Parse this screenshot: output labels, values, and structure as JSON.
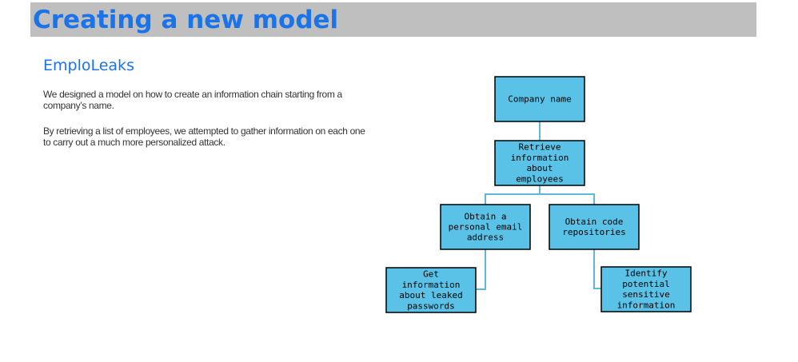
{
  "header": {
    "title": "Creating a new model"
  },
  "section": {
    "subtitle": "EmploLeaks",
    "paragraphs": [
      "We designed a model on how to create an information chain starting from a company’s name.",
      "By retrieving a list of employees, we attempted to gather information on each one to carry out a much more personalized attack."
    ]
  },
  "diagram": {
    "nodes": [
      {
        "id": "company-name",
        "lines": [
          "Company name"
        ]
      },
      {
        "id": "retrieve-info",
        "lines": [
          "Retrieve",
          "information",
          "about",
          "employees"
        ]
      },
      {
        "id": "personal-email",
        "lines": [
          "Obtain a",
          "personal email",
          "address"
        ]
      },
      {
        "id": "code-repos",
        "lines": [
          "Obtain code",
          "repositories"
        ]
      },
      {
        "id": "leaked-passwords",
        "lines": [
          "Get",
          "information",
          "about leaked",
          "passwords"
        ]
      },
      {
        "id": "sensitive-info",
        "lines": [
          "Identify",
          "potential",
          "sensitive",
          "information"
        ]
      }
    ],
    "edges": [
      {
        "from": "company-name",
        "to": "retrieve-info"
      },
      {
        "from": "retrieve-info",
        "to": "personal-email"
      },
      {
        "from": "retrieve-info",
        "to": "code-repos"
      },
      {
        "from": "personal-email",
        "to": "leaked-passwords"
      },
      {
        "from": "code-repos",
        "to": "sensitive-info"
      }
    ]
  }
}
